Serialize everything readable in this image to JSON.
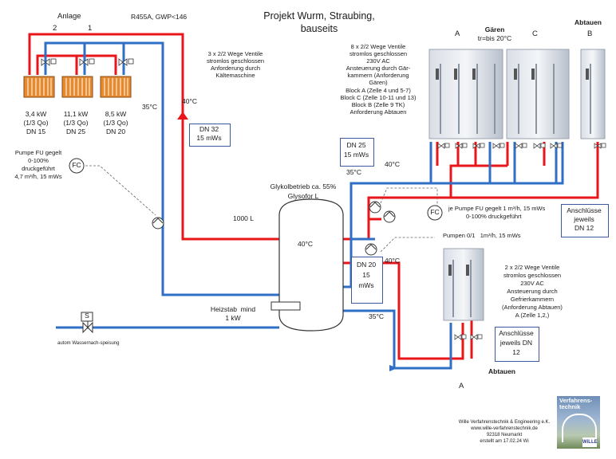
{
  "header": {
    "title": "Projekt Wurm, Straubing,",
    "subtitle": "bauseits",
    "refrigerant": "R455A, GWP<146",
    "plant": "Anlage",
    "circuit_2": "2",
    "circuit_1": "1"
  },
  "units": [
    {
      "power": "3,4 kW",
      "share": "(1/3 Qo)",
      "dn": "DN 15"
    },
    {
      "power": "11,1 kW",
      "share": "(1/3 Qo)",
      "dn": "DN 25"
    },
    {
      "power": "8,5 kW",
      "share": "(1/3 Qo)",
      "dn": "DN 20"
    }
  ],
  "valves_note": [
    "3 x 2/2 Wege Ventile",
    "stromlos geschlossen",
    "Anforderung durch",
    "Kältemaschine"
  ],
  "temp_35_left": "35°C",
  "temp_40_left": "40°C",
  "dn32_box": [
    "DN 32",
    "15 mWs"
  ],
  "pump_left": [
    "Pumpe FU gegelt",
    "0-100%",
    "druckgeführt",
    "4,7 m³/h, 15 mWs"
  ],
  "fc_label": "FC",
  "tank": {
    "label": [
      "Glykolbetrieb ca. 55%",
      "Glysofor L"
    ],
    "volume": "1000 L",
    "temp": "40°C",
    "heater": [
      "Heizstab  mind",
      "1 kW"
    ]
  },
  "solenoid": {
    "label": "S",
    "note": "autom Wassernach-speisung"
  },
  "dn25_box": [
    "DN 25",
    "15 mWs"
  ],
  "dn20_box": [
    "DN 20",
    "15",
    "mWs"
  ],
  "temp_40_mid": "40°C",
  "temp_35_mid": "35°C",
  "temp_40_low": "40°C",
  "temp_35_low": "35°C",
  "chambers_note": [
    "8 x 2/2 Wege Ventile",
    "stromlos geschlossen",
    "230V AC",
    "Ansteuerung durch Gär-",
    "kammern (Anforderung",
    "Gären)",
    "Block A (Zelle 4 und 5-7)",
    "Block C (Zelle 10-11 und 13)",
    "Block B (Zelle 9 TK)",
    "Anforderung Abtauen"
  ],
  "block_headers": {
    "a": "A",
    "c": "C",
    "b": "B",
    "gaeren": "Gären",
    "gaeren_temp": "tr=bis 20°C",
    "abtauen": "Abtauen"
  },
  "pump_mid": [
    "je Pumpe FU gegelt 1 m³/h, 15 mWs",
    "0-100% druckgeführt"
  ],
  "pump_low": "Pumpen 0/1   1m³/h, 15 mWs",
  "connections_right": [
    "Anschlüsse",
    "jeweils",
    "DN 12"
  ],
  "freezer_note": [
    "2 x 2/2 Wege Ventile",
    "stromlos geschlossen",
    "230V AC",
    "Ansteuerung durch",
    "Gefrierkammern",
    "(Anforderung Abtauen)",
    "A (Zelle 1,2,)"
  ],
  "connections_low": [
    "Anschlüsse",
    "jeweils DN",
    "12"
  ],
  "abtauen_low": "Abtauen",
  "block_a_low": "A",
  "company": [
    "Wille Verfahrenstechnik & Engineering e.K.",
    "www.wille-verfahrenstechnik.de",
    "92318 Neumarkt",
    "erstellt am 17.02.24 Wi"
  ],
  "logo": {
    "text": "Verfahrens-\ntechnik",
    "mark": "WiLLE"
  },
  "colors": {
    "hot": "#e8161a",
    "cold": "#2f6fc6",
    "text": "#1a1a1a",
    "heater_coil": "#e58a2e"
  }
}
